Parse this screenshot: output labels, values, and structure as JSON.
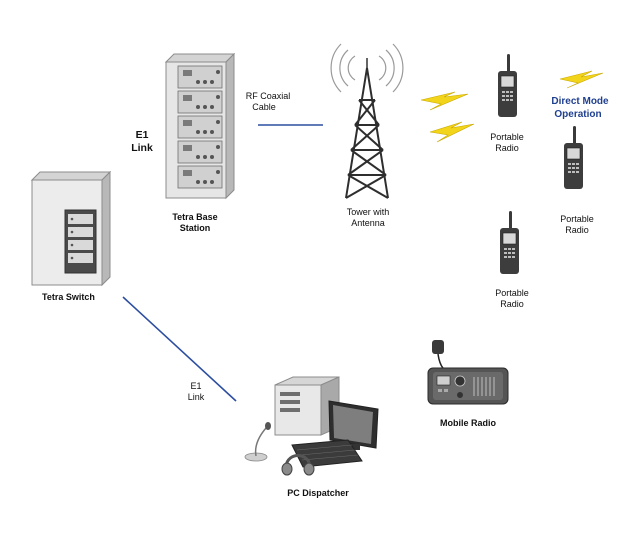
{
  "colors": {
    "link_line": "#2d4ea0",
    "lightning": "#f2d41a",
    "direct_mode_text": "#1f3f8f",
    "rack_face": "#e8e8e8",
    "rack_edge": "#9a9a9a"
  },
  "labels": {
    "tetra_switch": "Tetra Switch",
    "tetra_base_station_line1": "Tetra Base",
    "tetra_base_station_line2": "Station",
    "e1_link_top_line1": "E1",
    "e1_link_top_line2": "Link",
    "rf_coaxial_line1": "RF Coaxial",
    "rf_coaxial_line2": "Cable",
    "tower_line1": "Tower with",
    "tower_line2": "Antenna",
    "direct_mode_line1": "Direct Mode",
    "direct_mode_line2": "Operation",
    "portable_radio_1_line1": "Portable",
    "portable_radio_1_line2": "Radio",
    "portable_radio_2_line1": "Portable",
    "portable_radio_2_line2": "Radio",
    "portable_radio_3_line1": "Portable",
    "portable_radio_3_line2": "Radio",
    "mobile_radio": "Mobile Radio",
    "e1_link_bottom_line1": "E1",
    "e1_link_bottom_line2": "Link",
    "pc_dispatcher": "PC Dispatcher"
  }
}
